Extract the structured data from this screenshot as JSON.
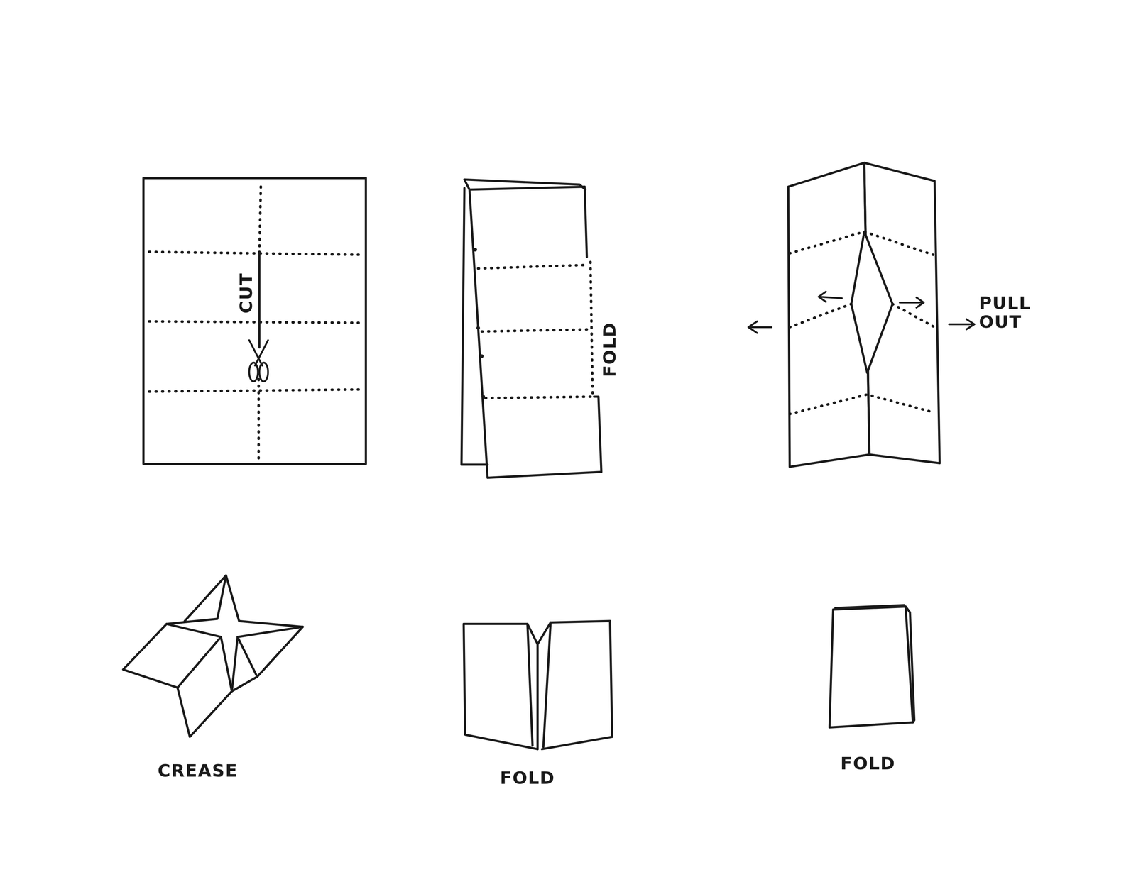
{
  "diagram": {
    "labels": [
      "CUT",
      "FOLD",
      "PULL OUT",
      "CREASE",
      "FOLD",
      "FOLD"
    ]
  }
}
